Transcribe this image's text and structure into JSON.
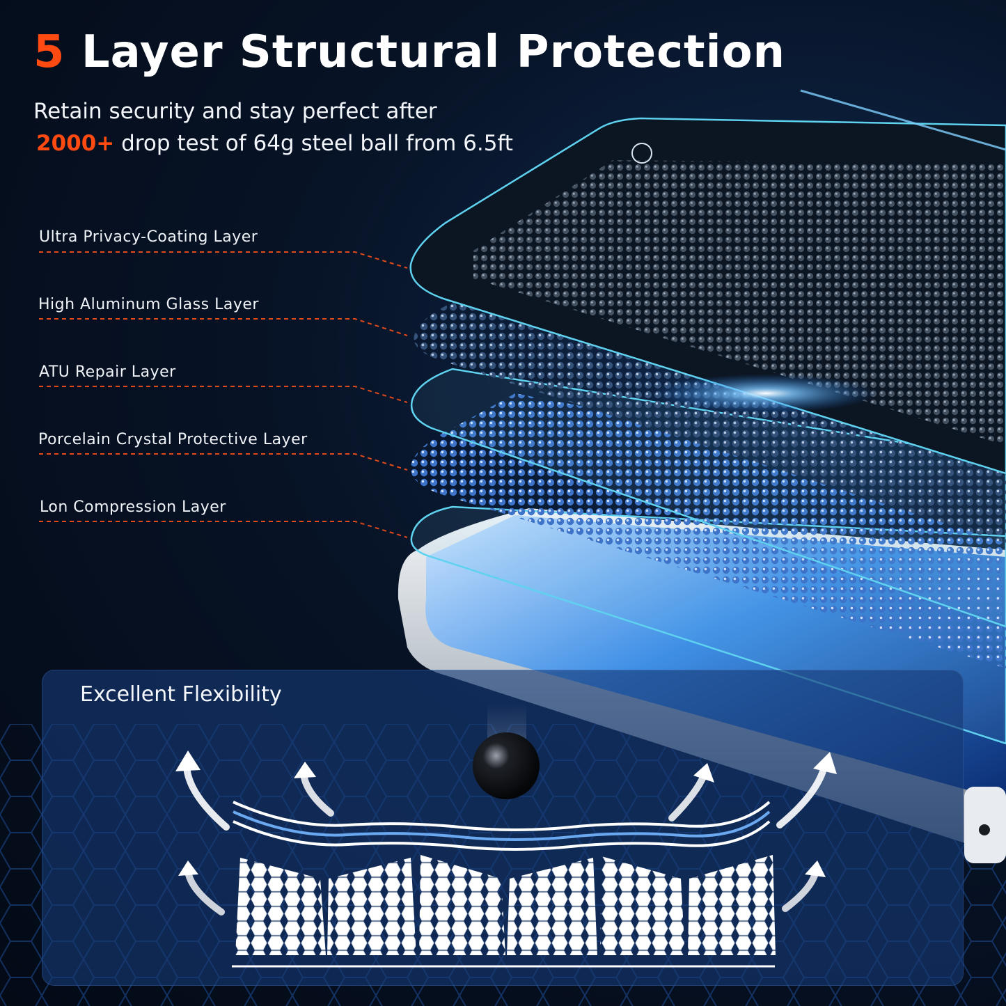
{
  "headline": {
    "number": "5",
    "text": "Layer Structural Protection"
  },
  "subheadline": {
    "line1": "Retain security and stay perfect after",
    "highlight": "2000+",
    "line2_rest": "drop test of 64g steel ball from 6.5ft"
  },
  "layers": [
    {
      "label": "Ultra Privacy-Coating Layer"
    },
    {
      "label": "High Aluminum Glass Layer"
    },
    {
      "label": "ATU Repair Layer"
    },
    {
      "label": "Porcelain Crystal Protective Layer"
    },
    {
      "label": "Lon Compression Layer"
    }
  ],
  "flexibility_panel": {
    "title": "Excellent Flexibility"
  },
  "colors": {
    "accent": "#ff4a12",
    "glass_edge": "#5fd2f0",
    "crystal_blue": "#3d73c8",
    "panel": "#163a76",
    "background": "#071326"
  }
}
